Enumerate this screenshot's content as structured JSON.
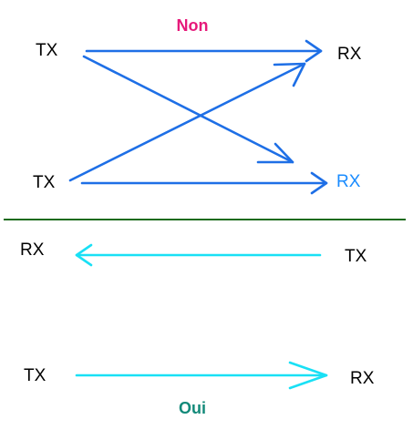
{
  "top_caption": "Non",
  "bottom_caption": "Oui",
  "labels": {
    "tx_top_left": "TX",
    "rx_top_right": "RX",
    "tx_mid_left": "TX",
    "rx_mid_right": "RX",
    "rx_row3_left": "RX",
    "tx_row3_right": "TX",
    "tx_row4_left": "TX",
    "rx_row4_right": "RX"
  },
  "colors": {
    "label_black": "#000000",
    "rx_highlight": "#1a8cff",
    "top_caption": "#e6197a",
    "bottom_caption": "#138a7a",
    "blue_arrows": "#1e6fe6",
    "cyan_arrows": "#19e0f5",
    "divider": "#1a6b1a"
  }
}
